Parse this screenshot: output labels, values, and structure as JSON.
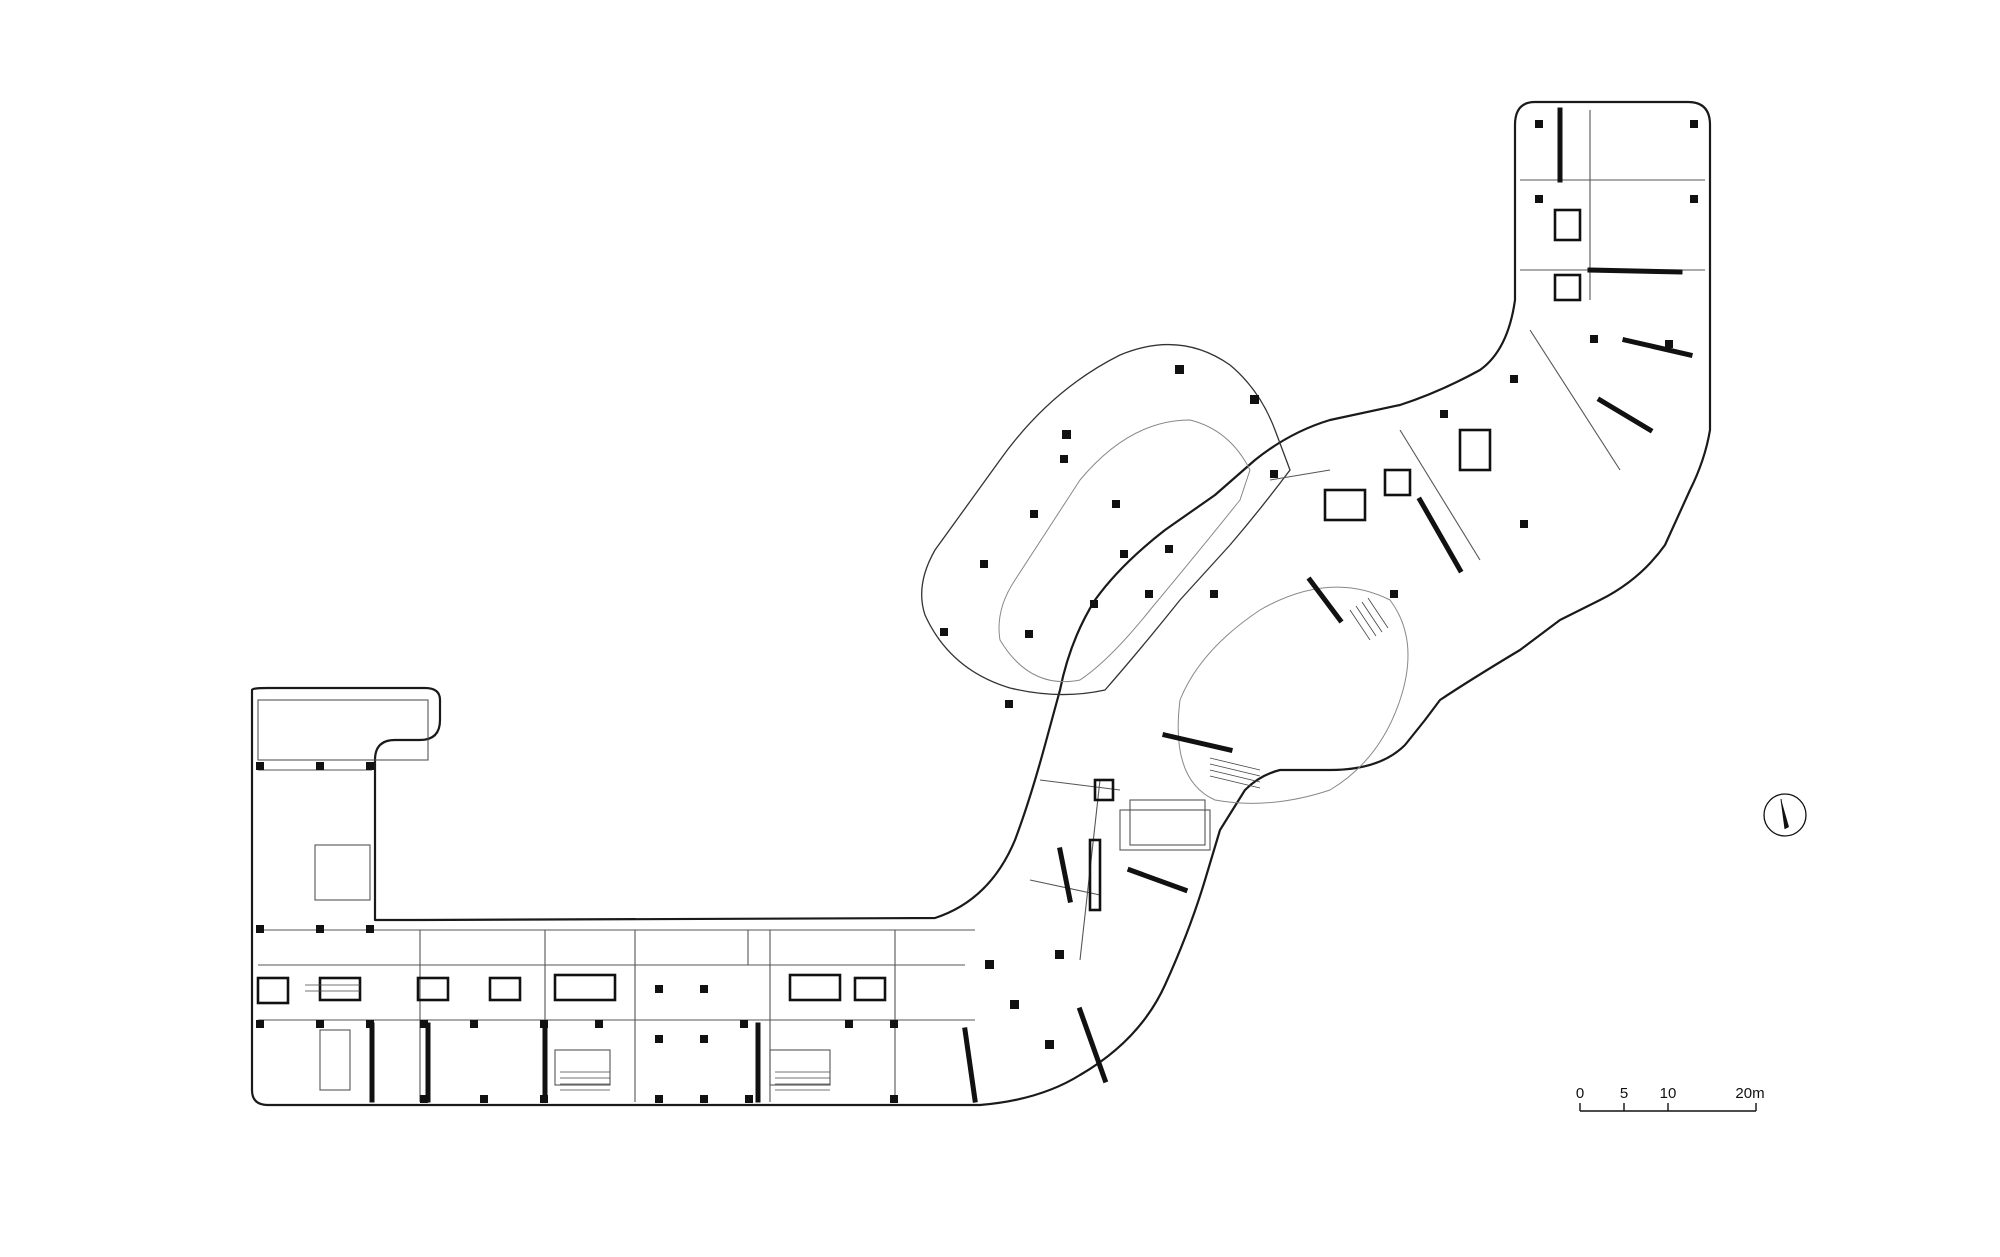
{
  "scale_bar": {
    "ticks": [
      {
        "label": "0",
        "value": 0
      },
      {
        "label": "5",
        "value": 5
      },
      {
        "label": "10",
        "value": 10
      },
      {
        "label": "20m",
        "value": 20
      }
    ]
  },
  "north_arrow": {
    "icon": "north-arrow-icon"
  },
  "colors": {
    "ink": "#111111",
    "background": "#ffffff"
  }
}
